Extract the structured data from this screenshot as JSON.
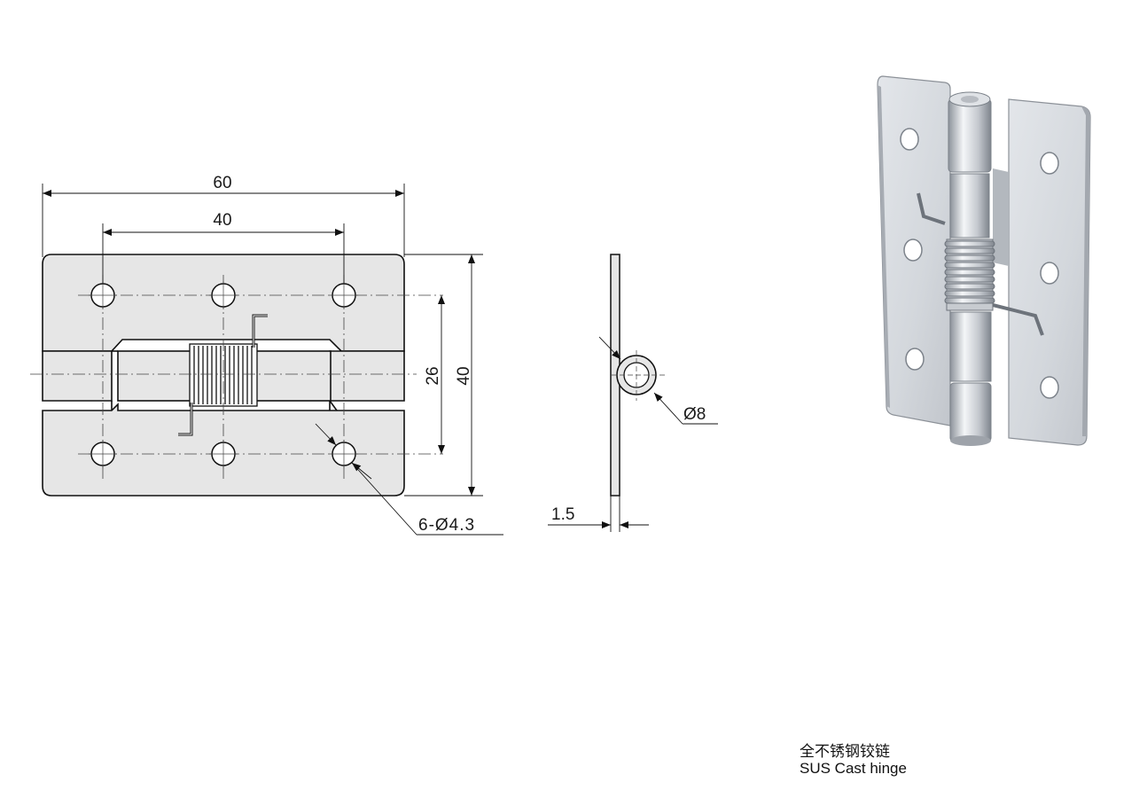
{
  "dimensions": {
    "overall_width": "60",
    "hole_spacing": "40",
    "row_spacing": "26",
    "overall_height": "40",
    "holes": "6-Ø4.3",
    "thickness": "1.5",
    "knuckle_diameter": "Ø8"
  },
  "caption": {
    "chinese": "全不锈钢铰链",
    "english": "SUS Cast hinge"
  }
}
